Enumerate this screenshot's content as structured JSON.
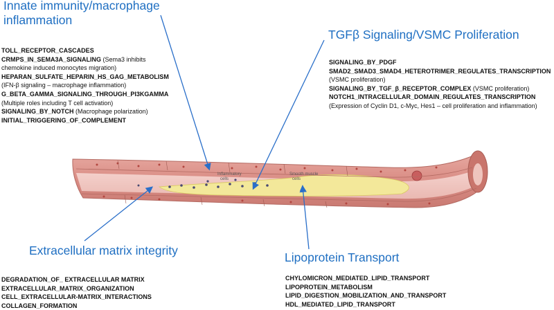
{
  "innate": {
    "heading_line1": "Innate immunity/macrophage",
    "heading_line2": "inflammation",
    "row1_bold": "TOLL_RECEPTOR_CASCADES",
    "row2_bold": "CRMPS_IN_SEMA3A_SIGNALING",
    "row2_rest": " (Sema3 inhibits",
    "row3": "chemokine induced monocytes migration)",
    "row4_bold": "HEPARAN_SULFATE_HEPARIN_HS_GAG_METABOLISM",
    "row5": "(IFN-β signaling – macrophage inflammation)",
    "row6_bold": "G_BETA_GAMMA_SIGNALING_THROUGH_PI3KGAMMA",
    "row7": "(Multiple roles including T cell activation)",
    "row8_bold": "SIGNALING_BY_NOTCH",
    "row8_rest": " (Macrophage polarization)",
    "row9_bold": "INITIAL_TRIGGERING_OF_COMPLEMENT"
  },
  "tgf": {
    "heading": "TGFβ Signaling/VSMC Proliferation",
    "row1_bold": "SIGNALING_BY_PDGF",
    "row2_bold": "SMAD2_SMAD3_SMAD4_HETEROTRIMER_REGULATES_TRANSCRIPTION",
    "row3": "(VSMC proliferation)",
    "row4_bold": "SIGNALING_BY_TGF_β_RECEPTOR_COMPLEX",
    "row4_rest": " (VSMC proliferation)",
    "row5_bold": "NOTCH1_INTRACELLULAR_DOMAIN_REGULATES_TRANSCRIPTION",
    "row6": "(Expression of Cyclin D1, c-Myc, Hes1 – cell proliferation and inflammation)"
  },
  "ecm": {
    "heading": "Extracellular matrix integrity",
    "items": [
      "DEGRADATION_OF_ EXTRACELLULAR MATRIX",
      "EXTRACELLULAR_MATRIX_ORGANIZATION",
      "CELL_EXTRACELLULAR-MATRIX_INTERACTIONS",
      "COLLAGEN_FORMATION"
    ]
  },
  "lipo": {
    "heading": "Lipoprotein Transport",
    "items": [
      "CHYLOMICRON_MEDIATED_LIPID_TRANSPORT",
      "LIPOPROTEIN_METABOLISM",
      "LIPID_DIGESTION_MOBILIZATION_AND_TRANSPORT",
      "HDL_MEDIATED_LIPID_TRANSPORT"
    ]
  },
  "vessel_labels": {
    "inflammatory_1": "Inflammatory",
    "inflammatory_2": "cells",
    "smooth_1": "Smooth muscle",
    "smooth_2": "cells"
  },
  "colors": {
    "heading_blue": "#1f6fc2",
    "arrow_blue": "#2a6fc9",
    "vessel_wall": "#d98c84",
    "plaque_yellow": "#f3e89a"
  }
}
